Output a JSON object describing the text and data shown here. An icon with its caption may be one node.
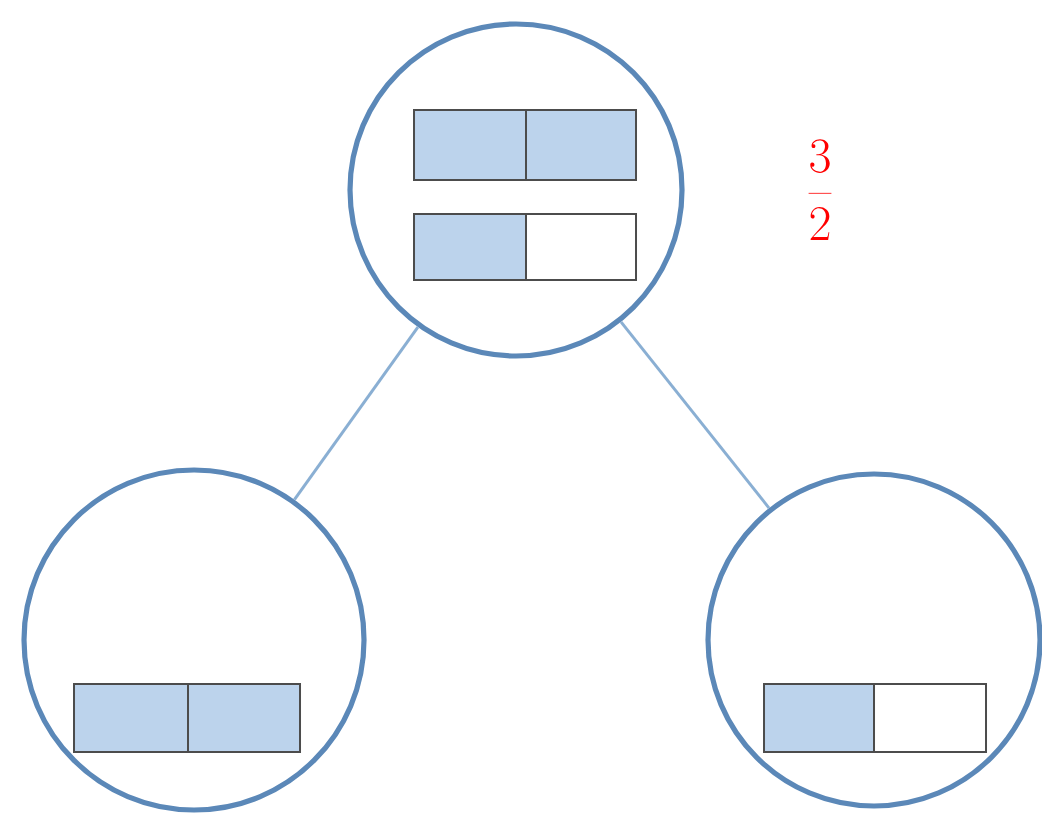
{
  "diagram": {
    "nodes": [
      {
        "text": [],
        "shape": "circle"
      },
      {
        "text": [],
        "shape": "circle"
      },
      {
        "text": [],
        "shape": "circle"
      }
    ],
    "edges": [
      {
        "from": 0,
        "to": 1,
        "arrow": "none"
      },
      {
        "from": 0,
        "to": 2,
        "arrow": "none"
      }
    ],
    "labels": [
      "\\frac{3}{2}"
    ]
  }
}
